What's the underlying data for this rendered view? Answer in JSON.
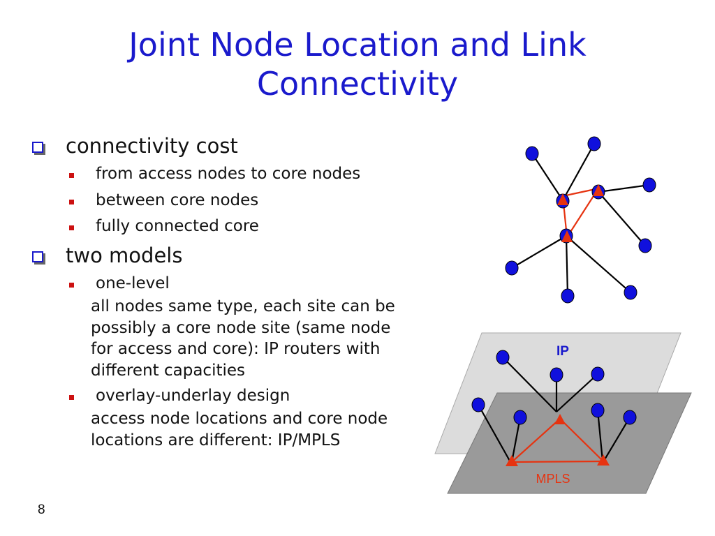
{
  "slide": {
    "title_line1": "Joint Node Location and Link",
    "title_line2": "Connectivity",
    "page_number": "8"
  },
  "bullets": [
    {
      "text": "connectivity cost",
      "sub": [
        {
          "text": "from access nodes to core nodes"
        },
        {
          "text": "between core nodes"
        },
        {
          "text": "fully connected core"
        }
      ]
    },
    {
      "text": "two models",
      "sub": [
        {
          "text": "one-level",
          "desc": "all nodes same type, each site can be\npossibly a core node site (same node\nfor access and core): IP routers with\ndifferent capacities"
        },
        {
          "text": "overlay-underlay design",
          "desc": "access node locations and core node\nlocations are different: IP/MPLS"
        }
      ]
    }
  ],
  "diagram": {
    "upper_plane_label": "IP",
    "lower_plane_label": "MPLS",
    "colors": {
      "access_node": "#1010dd",
      "core_node": "#e63310",
      "core_link": "#e63310",
      "access_link": "#000000",
      "upper_plane": "#dcdcdc",
      "lower_plane": "#9a9a9a",
      "ip_label": "#1a1acc",
      "mpls_label": "#e63310"
    }
  }
}
